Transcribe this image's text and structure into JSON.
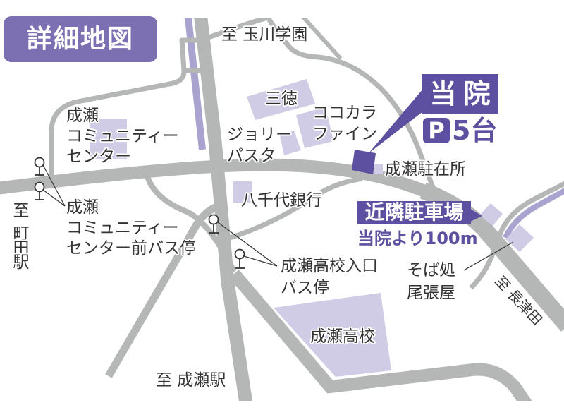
{
  "title": "詳細地図",
  "clinic": {
    "label": "当院",
    "parking_icon": "P",
    "parking_spaces": "5台"
  },
  "nearby_parking": {
    "label": "近隣駐車場",
    "distance": "当院より100m"
  },
  "directions": {
    "tamagawa_gakuen": "至 玉川学園",
    "machida_station": {
      "prefix": "至",
      "name": "町田駅"
    },
    "naruse_station": "至 成瀬駅",
    "nagatsuta": "至 長津田"
  },
  "landmarks": {
    "santoku": "三徳",
    "cococara_fine": [
      "ココカラ",
      "ファイン"
    ],
    "jolly_pasta": [
      "ジョリー",
      "パスタ"
    ],
    "community_center": [
      "成瀬",
      "コミュニティー",
      "センター"
    ],
    "police_box": "成瀬駐在所",
    "yachiyo_bank": "八千代銀行",
    "high_school": "成瀬高校",
    "soba_owariya": [
      "そば処",
      "尾張屋"
    ]
  },
  "bus_stops": {
    "community_center_mae": [
      "成瀬",
      "コミュニティー",
      "センター前バス停"
    ],
    "high_school_iriguchi": [
      "成瀬高校入口",
      "バス停"
    ]
  },
  "icons": {
    "bus_stop": "bus-stop-icon",
    "clinic": "clinic-marker-icon",
    "parking": "parking-icon",
    "arrow": "arrow-right-icon"
  },
  "colors": {
    "road": "#b5b6b6",
    "building": "#d0cce5",
    "river": "#a9a3d0",
    "accent": "#5e50a0",
    "title_bg": "#7c70b3",
    "text": "#333333"
  }
}
